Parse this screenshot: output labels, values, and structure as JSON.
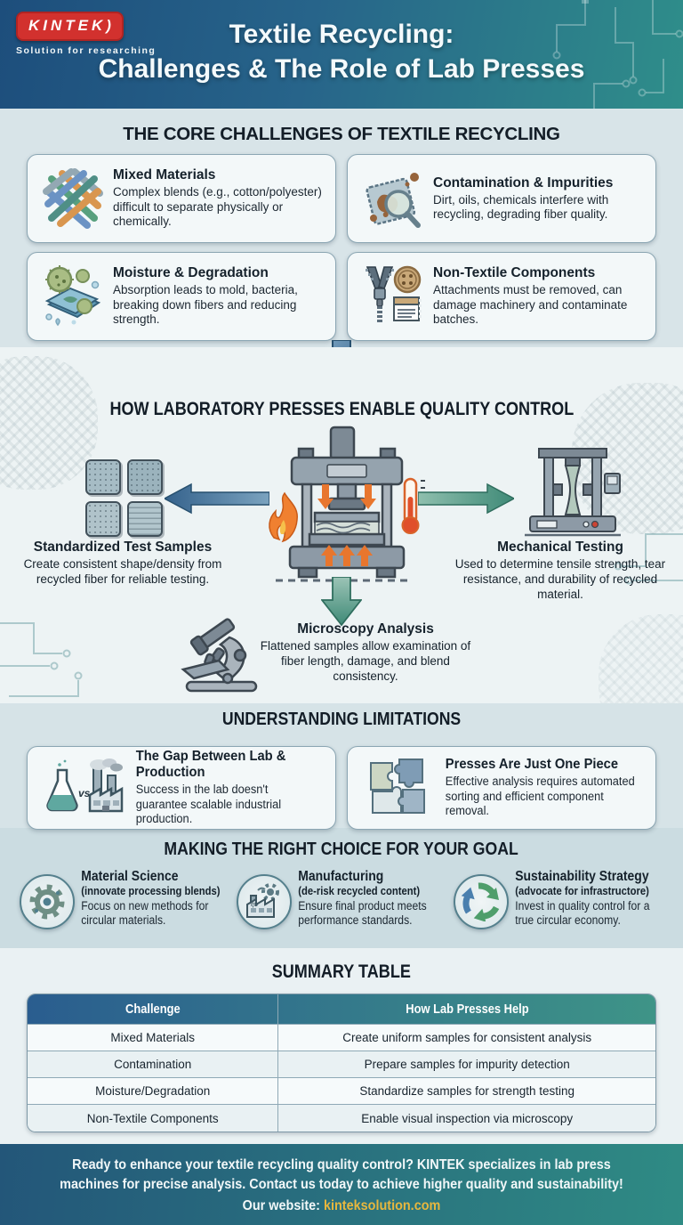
{
  "colors": {
    "header_gradient_start": "#1d4e7c",
    "header_gradient_end": "#2f8e8a",
    "logo_red": "#d2312e",
    "arrow_blue": "#3c6e99",
    "arrow_green": "#3f8a77",
    "table_header_start": "#2a5d8f",
    "table_header_end": "#3e9487",
    "link_gold": "#e7b73e"
  },
  "header": {
    "logo_text": "KINTEK",
    "logo_mark": ")",
    "logo_tagline": "Solution for researching",
    "title_line1": "Textile Recycling:",
    "title_line2": "Challenges & The Role of Lab Presses"
  },
  "challenges": {
    "heading": "THE CORE CHALLENGES OF TEXTILE RECYCLING",
    "cards": [
      {
        "icon": "woven-fibers-icon",
        "title": "Mixed Materials",
        "body": "Complex blends (e.g., cotton/polyester) difficult to separate physically or chemically."
      },
      {
        "icon": "stained-fabric-magnifier-icon",
        "title": "Contamination & Impurities",
        "body": "Dirt, oils, chemicals interfere with recycling, degrading fiber quality."
      },
      {
        "icon": "mold-fabric-icon",
        "title": "Moisture & Degradation",
        "body": "Absorption leads to mold, bacteria, breaking down fibers and reducing strength."
      },
      {
        "icon": "zipper-button-label-icon",
        "title": "Non-Textile Components",
        "body": "Attachments must be removed, can damage machinery and contaminate batches."
      }
    ]
  },
  "quality_control": {
    "heading": "HOW LABORATORY PRESSES ENABLE QUALITY CONTROL",
    "left": {
      "icon": "test-samples-icon",
      "title": "Standardized Test Samples",
      "body": "Create consistent shape/density from recycled fiber for reliable testing."
    },
    "center": {
      "icon": "lab-press-icon"
    },
    "right": {
      "icon": "tensile-tester-icon",
      "title": "Mechanical Testing",
      "body": "Used to determine tensile strength, tear resistance, and durability of recycled material."
    },
    "bottom": {
      "icon": "microscope-icon",
      "title": "Microscopy Analysis",
      "body": "Flattened samples allow examination of fiber length, damage, and blend consistency."
    }
  },
  "limitations": {
    "heading": "UNDERSTANDING LIMITATIONS",
    "vs_label": "vs",
    "cards": [
      {
        "icon": "flask-vs-factory-icon",
        "title": "The Gap Between Lab & Production",
        "body": "Success in the lab doesn't guarantee scalable industrial production."
      },
      {
        "icon": "puzzle-pieces-icon",
        "title": "Presses Are Just One Piece",
        "body": "Effective analysis requires automated sorting and efficient component removal."
      }
    ]
  },
  "choices": {
    "heading": "MAKING THE RIGHT CHOICE FOR YOUR GOAL",
    "items": [
      {
        "icon": "gear-icon",
        "title": "Material Science",
        "subtitle": "(innovate processing blends)",
        "body": "Focus on new methods for circular materials."
      },
      {
        "icon": "factory-icon",
        "title": "Manufacturing",
        "subtitle": "(de-risk recycled content)",
        "body": "Ensure final product meets performance standards."
      },
      {
        "icon": "recycle-icon",
        "title": "Sustainability Strategy",
        "subtitle": "(advocate for infrastructore)",
        "body": "Invest in quality control for a true circular economy."
      }
    ]
  },
  "summary": {
    "heading": "SUMMARY TABLE",
    "columns": [
      "Challenge",
      "How Lab Presses Help"
    ],
    "rows": [
      [
        "Mixed Materials",
        "Create uniform samples for consistent analysis"
      ],
      [
        "Contamination",
        "Prepare samples for impurity detection"
      ],
      [
        "Moisture/Degradation",
        "Standardize samples for strength testing"
      ],
      [
        "Non-Textile Components",
        "Enable visual inspection via microscopy"
      ]
    ]
  },
  "footer": {
    "message": "Ready to enhance your textile recycling quality control? KINTEK specializes in lab press machines for precise analysis. Contact us today to achieve higher quality and sustainability!",
    "website_label": "Our website:",
    "website": "kinteksolution.com"
  }
}
